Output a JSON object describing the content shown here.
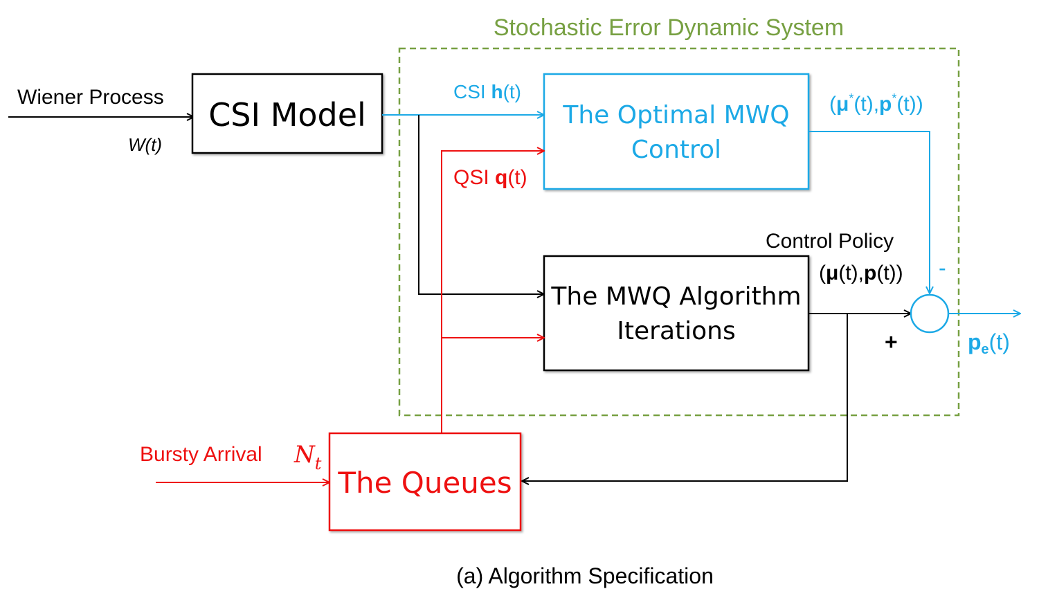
{
  "colors": {
    "black": "#000000",
    "blue": "#1CA9E6",
    "red": "#EE1111",
    "green": "#77A042"
  },
  "system": {
    "title": "Stochastic Error Dynamic System"
  },
  "inputs": {
    "wiener": "Wiener Process",
    "wiener_signal": "W(t)",
    "bursty": "Bursty Arrival",
    "bursty_symbol": "N",
    "bursty_subscript": "t"
  },
  "boxes": {
    "csi_model": "CSI Model",
    "optimal_line1": "The Optimal MWQ",
    "optimal_line2": "Control",
    "mwq_line1": "The MWQ Algorithm",
    "mwq_line2": "Iterations",
    "queues": "The Queues"
  },
  "signals": {
    "csi_prefix": "CSI ",
    "csi_bold": "h",
    "csi_suffix": "(t)",
    "qsi_prefix": "QSI ",
    "qsi_bold": "q",
    "qsi_suffix": "(t)",
    "opt_open": "(",
    "opt_mu": "μ",
    "opt_star1": "*",
    "opt_mid": "(t),",
    "opt_p": "p",
    "opt_star2": "*",
    "opt_close": "(t))",
    "control_policy": "Control Policy",
    "cp_open": "(",
    "cp_mu": "μ",
    "cp_mid": "(t),",
    "cp_p": "p",
    "cp_close": "(t))",
    "minus": "-",
    "plus": "+",
    "out_p": "p",
    "out_sub": "e",
    "out_suffix": "(t)"
  },
  "caption": "(a) Algorithm Specification"
}
